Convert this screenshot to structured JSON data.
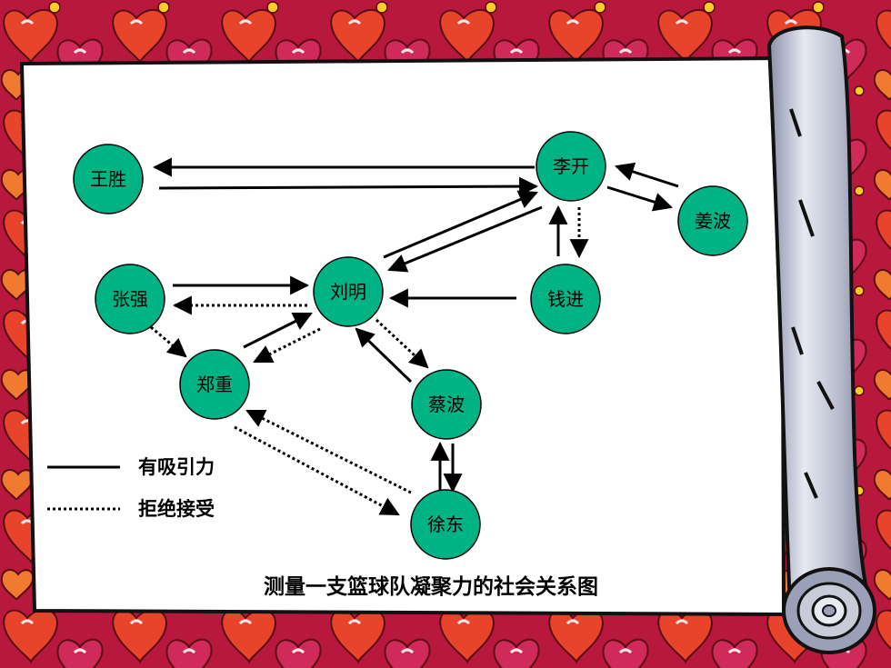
{
  "diagram": {
    "title": "测量一支篮球队凝聚力的社会关系图",
    "nodes": [
      {
        "id": "wangsheng",
        "label": "王胜"
      },
      {
        "id": "likai",
        "label": "李开"
      },
      {
        "id": "jiangbo",
        "label": "姜波"
      },
      {
        "id": "zhangqiang",
        "label": "张强"
      },
      {
        "id": "liuming",
        "label": "刘明"
      },
      {
        "id": "qianjin",
        "label": "钱进"
      },
      {
        "id": "zhengzhong",
        "label": "郑重"
      },
      {
        "id": "caibo",
        "label": "蔡波"
      },
      {
        "id": "xudong",
        "label": "徐东"
      }
    ],
    "edges": [
      {
        "from": "likai",
        "to": "wangsheng",
        "type": "attraction"
      },
      {
        "from": "wangsheng",
        "to": "likai",
        "type": "attraction"
      },
      {
        "from": "jiangbo",
        "to": "likai",
        "type": "attraction"
      },
      {
        "from": "likai",
        "to": "jiangbo",
        "type": "attraction"
      },
      {
        "from": "liuming",
        "to": "likai",
        "type": "attraction"
      },
      {
        "from": "likai",
        "to": "liuming",
        "type": "attraction"
      },
      {
        "from": "qianjin",
        "to": "likai",
        "type": "attraction"
      },
      {
        "from": "likai",
        "to": "qianjin",
        "type": "rejection"
      },
      {
        "from": "zhangqiang",
        "to": "liuming",
        "type": "attraction"
      },
      {
        "from": "liuming",
        "to": "zhangqiang",
        "type": "rejection"
      },
      {
        "from": "qianjin",
        "to": "liuming",
        "type": "attraction"
      },
      {
        "from": "zhangqiang",
        "to": "zhengzhong",
        "type": "rejection"
      },
      {
        "from": "zhengzhong",
        "to": "liuming",
        "type": "attraction"
      },
      {
        "from": "liuming",
        "to": "zhengzhong",
        "type": "rejection"
      },
      {
        "from": "liuming",
        "to": "caibo",
        "type": "rejection"
      },
      {
        "from": "caibo",
        "to": "liuming",
        "type": "attraction"
      },
      {
        "from": "xudong",
        "to": "caibo",
        "type": "attraction"
      },
      {
        "from": "caibo",
        "to": "xudong",
        "type": "attraction"
      },
      {
        "from": "xudong",
        "to": "zhengzhong",
        "type": "rejection"
      },
      {
        "from": "zhengzhong",
        "to": "xudong",
        "type": "rejection"
      }
    ],
    "legend": [
      {
        "type": "attraction",
        "label": "有吸引力"
      },
      {
        "type": "rejection",
        "label": "拒绝接受"
      }
    ]
  },
  "colors": {
    "node_fill": "#00b384",
    "line": "#000000",
    "paper": "#ffffff",
    "background": "#c0204a",
    "scroll": "#b8bccd"
  }
}
